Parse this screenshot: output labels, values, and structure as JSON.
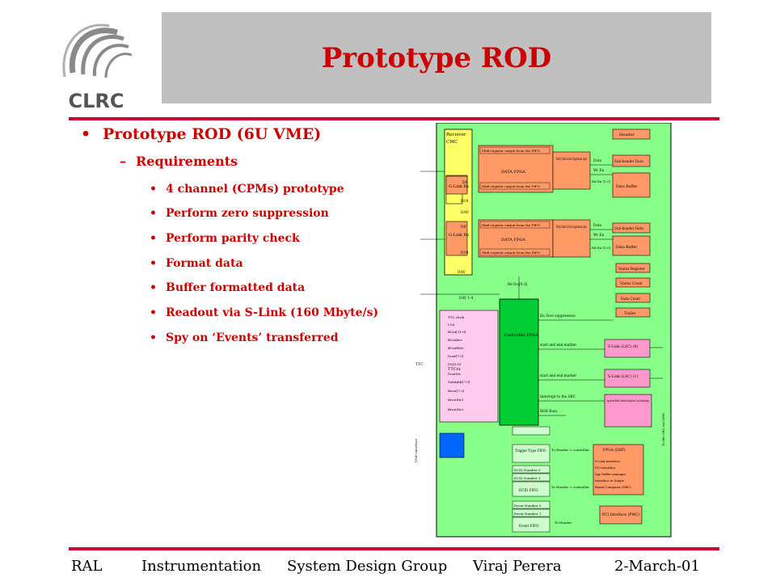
{
  "logo": {
    "text": "CLRC"
  },
  "title": "Prototype ROD",
  "bullet_l1": "Prototype ROD (6U VME)",
  "bullet_l2": "Requirements",
  "bullets_l3": [
    "4 channel (CPMs) prototype",
    "Perform zero suppression",
    "Perform parity check",
    "Format data",
    "Buffer formatted data",
    "Readout via S-Link (160 Mbyte/s)",
    "Spy on ‘Events’ transferred"
  ],
  "diagram": {
    "receiver": "Receiver",
    "cmc": "CMC",
    "glink": "G-Link Rx",
    "d0": "D0",
    "d19": "D19",
    "dav": "DAV",
    "shift_reg": "Shift register output from the FIFO",
    "data_fpga": "DATA FPGA",
    "parity": "Parity Check & Zero Suppression Logic",
    "header": "Header",
    "sub_header_data": "Sub-header Data",
    "data_buffer": "Data Buffer",
    "data": "Data",
    "wr_en": "Wr En",
    "rd_en": "Rd En [1:0]",
    "status_register": "Status Register",
    "status_count": "Status Count",
    "data_count": "Data Count",
    "trailer": "Trailer",
    "dav_14": "DAV 1-4",
    "rd_en_top": "Rd En [0:3]",
    "controller_fpga": "Controller FPGA",
    "en_zero": "En Zero suppression",
    "start_end": "start and end marker",
    "slink0": "S-Link (LSC) (0)",
    "slink1": "S-Link (LSC) (1)",
    "interrupt": "Interrupt to the SBC",
    "rod_busy": "ROD Busy",
    "spy_buffer": "Spy Event Buffer (Selected Sample for Local Monitoring)",
    "ttcrx": "TTCrx",
    "ttc_inputs": [
      "TTC clock",
      "L1A",
      "BCnt[11:0]",
      "BCntRes",
      "BCntRStr",
      "Dout[7:0]",
      "DQ[3:0]",
      "DoutStr",
      "SubAddr[7:0]",
      "Brcst[7:2]",
      "BrcstStr1",
      "BrcstStr2"
    ],
    "ttc_label": "TTC",
    "trigger_type": "Trigger Type FIFO",
    "ecid0": "ECID Number 0",
    "ecid1": "ECID Number 1",
    "ecid_fifo": "ECID FIFO",
    "event0": "Event Number 0",
    "event1": "Event Number 1",
    "event_fifo": "Event FIFO",
    "to_header_ctrl": "To Header + controller",
    "to_header": "To Header",
    "fpga_dsp": "FPGA (DSP)",
    "fpga_dsp_list": [
      "S-Link interface",
      "PCI interface",
      "Spy buffer manager",
      "Interface to Single",
      "Board Computer (SBC)"
    ],
    "pci_iface": "PCI Interface (PMC)",
    "vme_iface": "VME interface",
    "right_label": "To the SBC via VME"
  },
  "footer": {
    "org": "RAL",
    "dept": "Instrumentation",
    "group": "System Design Group",
    "author": "Viraj Perera",
    "date": "2-March-01"
  },
  "colors": {
    "title": "#cc0000",
    "rule": "#cc0033",
    "title_band": "#c0c0c0",
    "diagram_bg": "#88ff88",
    "fpga_orange": "#ff9966",
    "receiver_yellow": "#ffff66",
    "slink_pink": "#ff99cc",
    "controller_green": "#00cc33",
    "ttc_pink": "#ffccee",
    "vme_blue": "#0066ff",
    "fifo_light": "#ccffcc"
  },
  "icons": [
    "clrc-logo-icon",
    "bullet-dot-icon",
    "dash-icon"
  ]
}
